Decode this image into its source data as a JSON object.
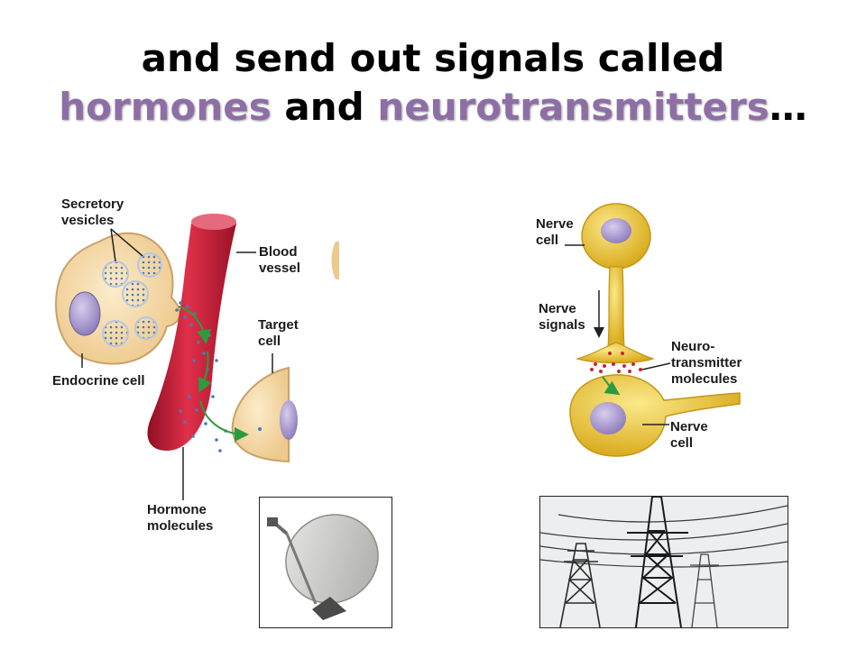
{
  "title": {
    "line1": "and send out signals called",
    "line2_word1": "hormones",
    "line2_join": " and ",
    "line2_word2": "neurotransmitters",
    "line2_end": "…"
  },
  "endocrine_diagram": {
    "secretory_vesicles": "Secretory\nvesicles",
    "blood_vessel": "Blood\nvessel",
    "target_cell": "Target\ncell",
    "endocrine_cell": "Endocrine cell",
    "hormone_molecules": "Hormone\nmolecules"
  },
  "nerve_diagram": {
    "nerve_cell_top": "Nerve\ncell",
    "nerve_signals": "Nerve\nsignals",
    "neurotransmitter": "Neuro-\ntransmitter\nmolecules",
    "nerve_cell_bottom": "Nerve\ncell"
  },
  "colors": {
    "highlight": "#8e6fa5",
    "blood": "#c41c35",
    "cell": "#f6dcae",
    "neuron": "#e9c431",
    "nucleus": "#9b8cc4",
    "arrow": "#2e9a3e"
  },
  "images": {
    "left": "satellite-dish",
    "right": "power-transmission-towers"
  }
}
